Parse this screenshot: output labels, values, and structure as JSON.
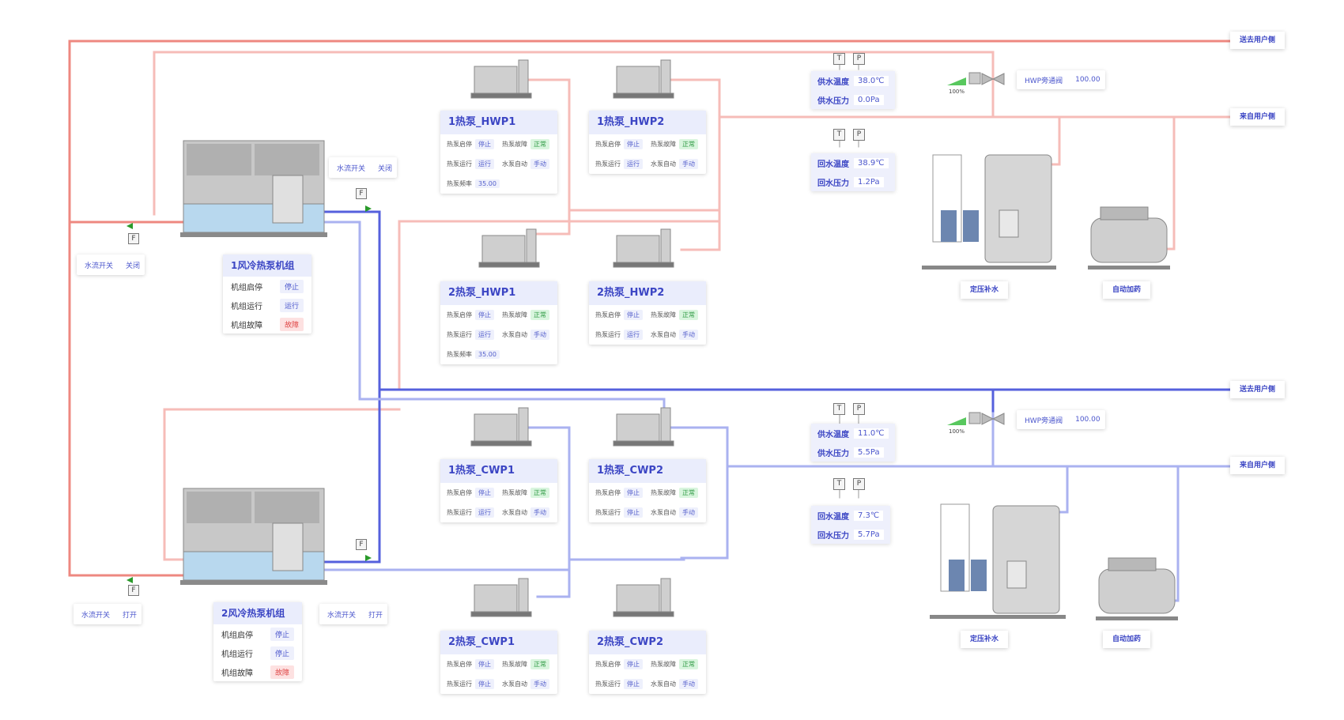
{
  "pumps": [
    {
      "title": "1热泵_HWP1",
      "rows": [
        [
          "热泵启停",
          "停止",
          "热泵故障",
          "正常"
        ],
        [
          "热泵运行",
          "运行",
          "水泵自动",
          "手动"
        ]
      ],
      "freq_label": "热泵频率",
      "freq": "35.00"
    },
    {
      "title": "1热泵_HWP2",
      "rows": [
        [
          "热泵启停",
          "停止",
          "热泵故障",
          "正常"
        ],
        [
          "热泵运行",
          "运行",
          "水泵自动",
          "手动"
        ]
      ]
    },
    {
      "title": "2热泵_HWP1",
      "rows": [
        [
          "热泵启停",
          "停止",
          "热泵故障",
          "正常"
        ],
        [
          "热泵运行",
          "运行",
          "水泵自动",
          "手动"
        ]
      ],
      "freq_label": "热泵频率",
      "freq": "35.00"
    },
    {
      "title": "2热泵_HWP2",
      "rows": [
        [
          "热泵启停",
          "停止",
          "热泵故障",
          "正常"
        ],
        [
          "热泵运行",
          "运行",
          "水泵自动",
          "手动"
        ]
      ]
    },
    {
      "title": "1热泵_CWP1",
      "rows": [
        [
          "热泵启停",
          "停止",
          "热泵故障",
          "正常"
        ],
        [
          "热泵运行",
          "运行",
          "水泵自动",
          "手动"
        ]
      ]
    },
    {
      "title": "1热泵_CWP2",
      "rows": [
        [
          "热泵启停",
          "停止",
          "热泵故障",
          "正常"
        ],
        [
          "热泵运行",
          "停止",
          "水泵自动",
          "手动"
        ]
      ]
    },
    {
      "title": "2热泵_CWP1",
      "rows": [
        [
          "热泵启停",
          "停止",
          "热泵故障",
          "正常"
        ],
        [
          "热泵运行",
          "停止",
          "水泵自动",
          "手动"
        ]
      ]
    },
    {
      "title": "2热泵_CWP2",
      "rows": [
        [
          "热泵启停",
          "停止",
          "热泵故障",
          "正常"
        ],
        [
          "热泵运行",
          "停止",
          "水泵自动",
          "手动"
        ]
      ]
    }
  ],
  "units": [
    {
      "title": "1风冷热泵机组",
      "rows": [
        [
          "机组启停",
          "停止"
        ],
        [
          "机组运行",
          "运行"
        ],
        [
          "机组故障",
          "故障"
        ]
      ]
    },
    {
      "title": "2风冷热泵机组",
      "rows": [
        [
          "机组启停",
          "停止"
        ],
        [
          "机组运行",
          "停止"
        ],
        [
          "机组故障",
          "故障"
        ]
      ]
    }
  ],
  "flow_switches": [
    {
      "label": "水流开关",
      "value": "关闭"
    },
    {
      "label": "水流开关",
      "value": "关闭"
    },
    {
      "label": "水流开关",
      "value": "打开"
    },
    {
      "label": "水流开关",
      "value": "打开"
    }
  ],
  "sensors": [
    {
      "rows": [
        [
          "供水温度",
          "38.0℃"
        ],
        [
          "供水压力",
          "0.0Pa"
        ]
      ]
    },
    {
      "rows": [
        [
          "回水温度",
          "38.9℃"
        ],
        [
          "回水压力",
          "1.2Pa"
        ]
      ]
    },
    {
      "rows": [
        [
          "供水温度",
          "11.0℃"
        ],
        [
          "供水压力",
          "5.5Pa"
        ]
      ]
    },
    {
      "rows": [
        [
          "回水温度",
          "7.3℃"
        ],
        [
          "回水压力",
          "5.7Pa"
        ]
      ]
    }
  ],
  "valves": [
    {
      "label": "HWP旁通阀",
      "value": "100.00",
      "pct": "100%"
    },
    {
      "label": "HWP旁通阀",
      "value": "100.00",
      "pct": "100%"
    }
  ],
  "end_tags": [
    "送去用户侧",
    "来自用户侧",
    "送去用户侧",
    "来自用户侧"
  ],
  "equipment_labels": [
    "定压补水",
    "自动加药",
    "定压补水",
    "自动加药"
  ],
  "sensor_letters": {
    "t": "T",
    "p": "P",
    "f": "F"
  },
  "colors": {
    "hot": "#ee8880",
    "hot_light": "#f6bcb8",
    "cold": "#5560dd",
    "cold_light": "#aab2f0",
    "accent": "#3c46c4",
    "ok": "#2f9a44",
    "fault": "#e04848"
  }
}
